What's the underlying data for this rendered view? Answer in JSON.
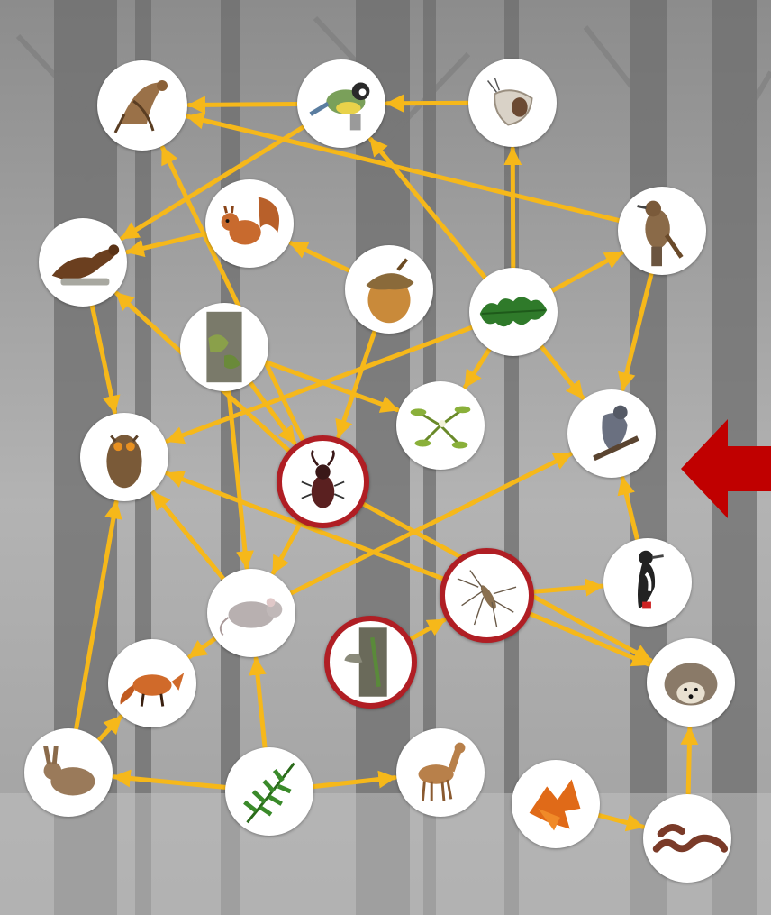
{
  "diagram": {
    "kind": "forest food web",
    "colors": {
      "arrow": "#f6b81a",
      "highlight_ring": "#b01e24",
      "pointer_arrow": "#c00000",
      "background": "#9a9a9a"
    },
    "organisms": [
      {
        "id": "sparrowhawk",
        "icon": "hawk-icon"
      },
      {
        "id": "blue-tit",
        "icon": "tit-bird-icon"
      },
      {
        "id": "moth",
        "icon": "moth-icon"
      },
      {
        "id": "pine-marten",
        "icon": "marten-icon"
      },
      {
        "id": "squirrel",
        "icon": "squirrel-icon"
      },
      {
        "id": "acorn",
        "icon": "acorn-icon"
      },
      {
        "id": "thrush",
        "icon": "thrush-icon"
      },
      {
        "id": "oak-leaf",
        "icon": "oak-leaf-icon"
      },
      {
        "id": "lichen",
        "icon": "lichen-icon"
      },
      {
        "id": "mistletoe",
        "icon": "mistletoe-icon"
      },
      {
        "id": "goshawk",
        "icon": "goshawk-icon"
      },
      {
        "id": "owl",
        "icon": "owl-icon"
      },
      {
        "id": "stag-beetle",
        "icon": "stag-beetle-icon",
        "highlighted": true
      },
      {
        "id": "mouse",
        "icon": "mouse-icon"
      },
      {
        "id": "mosquito",
        "icon": "mosquito-icon",
        "highlighted": true
      },
      {
        "id": "woodpecker",
        "icon": "woodpecker-icon"
      },
      {
        "id": "fox",
        "icon": "fox-icon"
      },
      {
        "id": "dead-wood",
        "icon": "dead-wood-icon",
        "highlighted": true
      },
      {
        "id": "hedgehog",
        "icon": "hedgehog-icon"
      },
      {
        "id": "rabbit",
        "icon": "rabbit-icon"
      },
      {
        "id": "fern",
        "icon": "fern-icon"
      },
      {
        "id": "deer",
        "icon": "deer-icon"
      },
      {
        "id": "autumn-leaves",
        "icon": "leaf-litter-icon"
      },
      {
        "id": "earthworm",
        "icon": "earthworm-icon"
      }
    ],
    "links": [
      [
        "blue-tit",
        "sparrowhawk"
      ],
      [
        "moth",
        "blue-tit"
      ],
      [
        "oak-leaf",
        "moth"
      ],
      [
        "oak-leaf",
        "blue-tit"
      ],
      [
        "thrush",
        "sparrowhawk"
      ],
      [
        "oak-leaf",
        "thrush"
      ],
      [
        "blue-tit",
        "pine-marten"
      ],
      [
        "squirrel",
        "pine-marten"
      ],
      [
        "acorn",
        "squirrel"
      ],
      [
        "stag-beetle",
        "pine-marten"
      ],
      [
        "stag-beetle",
        "sparrowhawk"
      ],
      [
        "pine-marten",
        "owl"
      ],
      [
        "oak-leaf",
        "owl"
      ],
      [
        "lichen",
        "mistletoe"
      ],
      [
        "oak-leaf",
        "mistletoe"
      ],
      [
        "oak-leaf",
        "goshawk"
      ],
      [
        "thrush",
        "goshawk"
      ],
      [
        "acorn",
        "stag-beetle"
      ],
      [
        "lichen",
        "stag-beetle"
      ],
      [
        "stag-beetle",
        "mouse"
      ],
      [
        "lichen",
        "mouse"
      ],
      [
        "mosquito",
        "owl"
      ],
      [
        "mouse",
        "owl"
      ],
      [
        "mouse",
        "goshawk"
      ],
      [
        "woodpecker",
        "goshawk"
      ],
      [
        "mosquito",
        "woodpecker"
      ],
      [
        "mosquito",
        "hedgehog"
      ],
      [
        "stag-beetle",
        "hedgehog"
      ],
      [
        "dead-wood",
        "mosquito"
      ],
      [
        "mouse",
        "fox"
      ],
      [
        "rabbit",
        "fox"
      ],
      [
        "rabbit",
        "owl"
      ],
      [
        "fern",
        "rabbit"
      ],
      [
        "fern",
        "mouse"
      ],
      [
        "fern",
        "deer"
      ],
      [
        "autumn-leaves",
        "earthworm"
      ],
      [
        "earthworm",
        "hedgehog"
      ]
    ]
  }
}
